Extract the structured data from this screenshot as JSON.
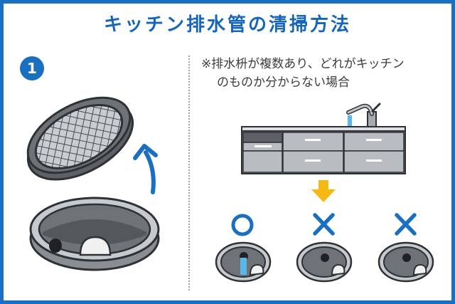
{
  "title": "キッチン排水管の清掃方法",
  "step_number": "1",
  "note": {
    "line1": "※排水枡が複数あり、どれがキッチン",
    "line2": "のものか分からない場合"
  },
  "marks": [
    {
      "symbol": "○",
      "color": "#1b6fc1"
    },
    {
      "symbol": "✕",
      "color": "#1b6fc1"
    },
    {
      "symbol": "✕",
      "color": "#1b6fc1"
    }
  ],
  "colors": {
    "accent": "#1b6fc1",
    "arrow_down": "#f6b913",
    "water": "#5ab8e8"
  }
}
